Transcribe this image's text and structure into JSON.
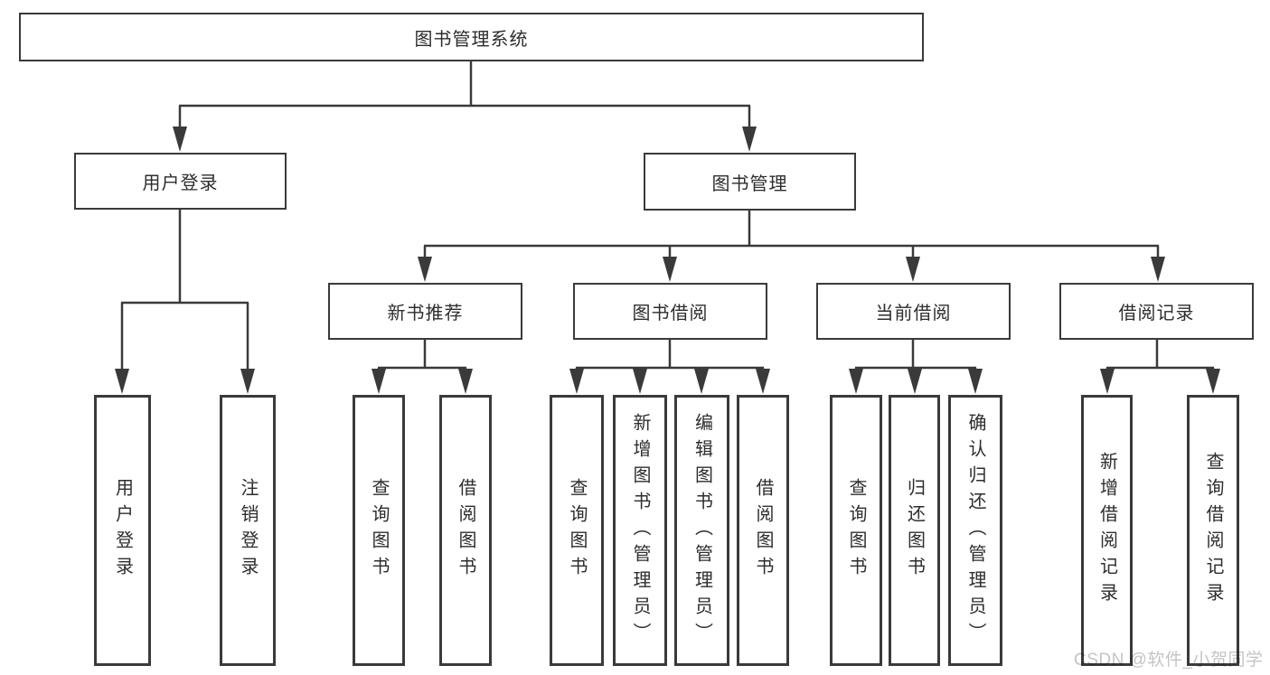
{
  "colors": {
    "line": "#3a3a3a",
    "text": "#2d2d2d",
    "watermark": "#c4c4c4",
    "background": "#ffffff"
  },
  "tree": {
    "root": "图书管理系统",
    "branches": [
      {
        "label": "用户登录",
        "children": [
          "用户登录",
          "注销登录"
        ]
      },
      {
        "label": "图书管理",
        "sections": [
          {
            "label": "新书推荐",
            "children": [
              "查询图书",
              "借阅图书"
            ]
          },
          {
            "label": "图书借阅",
            "children": [
              "查询图书",
              "新增图书（管理员）",
              "编辑图书（管理员）",
              "借阅图书"
            ]
          },
          {
            "label": "当前借阅",
            "children": [
              "查询图书",
              "归还图书",
              "确认归还（管理员）"
            ]
          },
          {
            "label": "借阅记录",
            "children": [
              "新增借阅记录",
              "查询借阅记录"
            ]
          }
        ]
      }
    ]
  },
  "watermark": "CSDN @软件_小贺同学"
}
